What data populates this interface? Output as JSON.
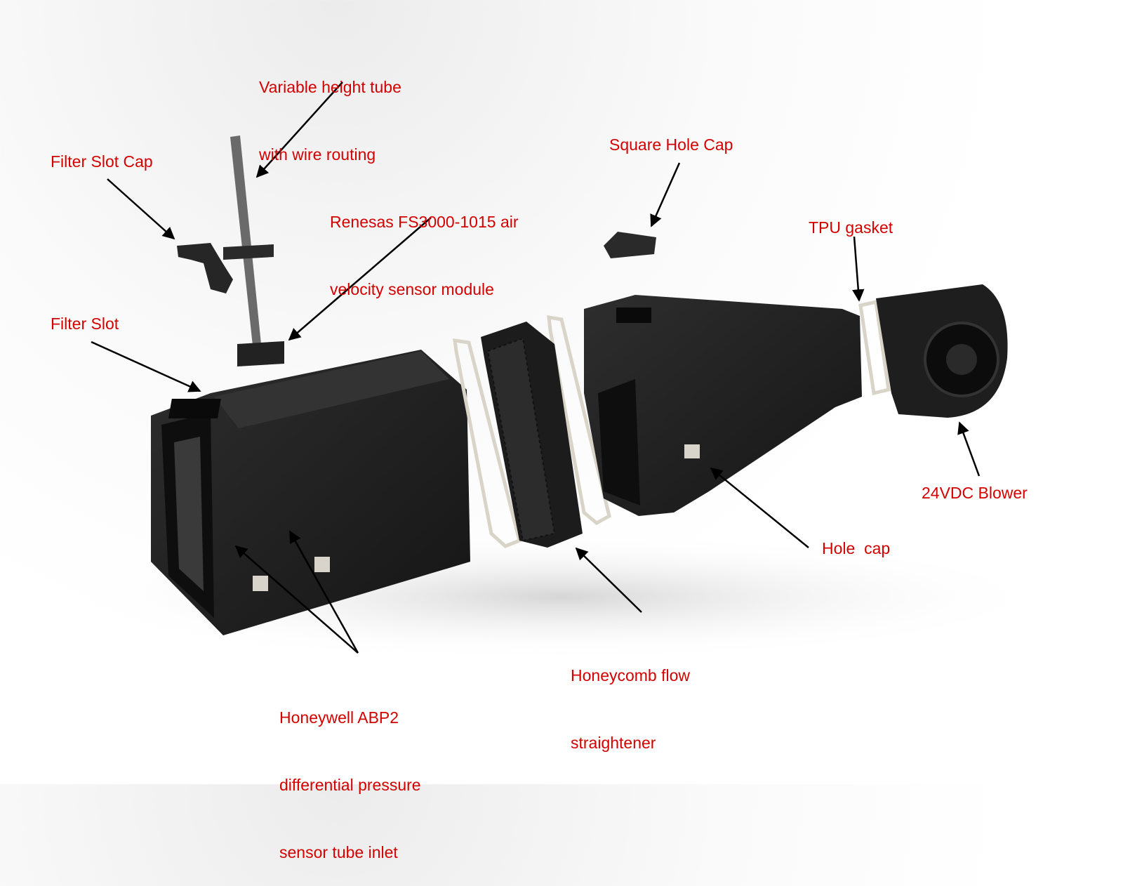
{
  "labels": {
    "variable_tube": [
      "Variable height tube",
      "with wire routing"
    ],
    "filter_slot_cap": "Filter Slot Cap",
    "renesas": [
      "Renesas FS3000-1015 air",
      "velocity sensor module"
    ],
    "square_hole_cap": "Square Hole Cap",
    "tpu_gasket": "TPU gasket",
    "filter_slot": "Filter Slot",
    "blower": "24VDC Blower",
    "hole_cap": "Hole  cap",
    "honeycomb": [
      "Honeycomb flow",
      "straightener"
    ],
    "honeywell": [
      "Honeywell ABP2",
      "differential pressure",
      "sensor tube inlet"
    ]
  },
  "colors": {
    "label": "#d40000",
    "part": "#1e1e1e",
    "gasket": "#d9d4c8"
  }
}
